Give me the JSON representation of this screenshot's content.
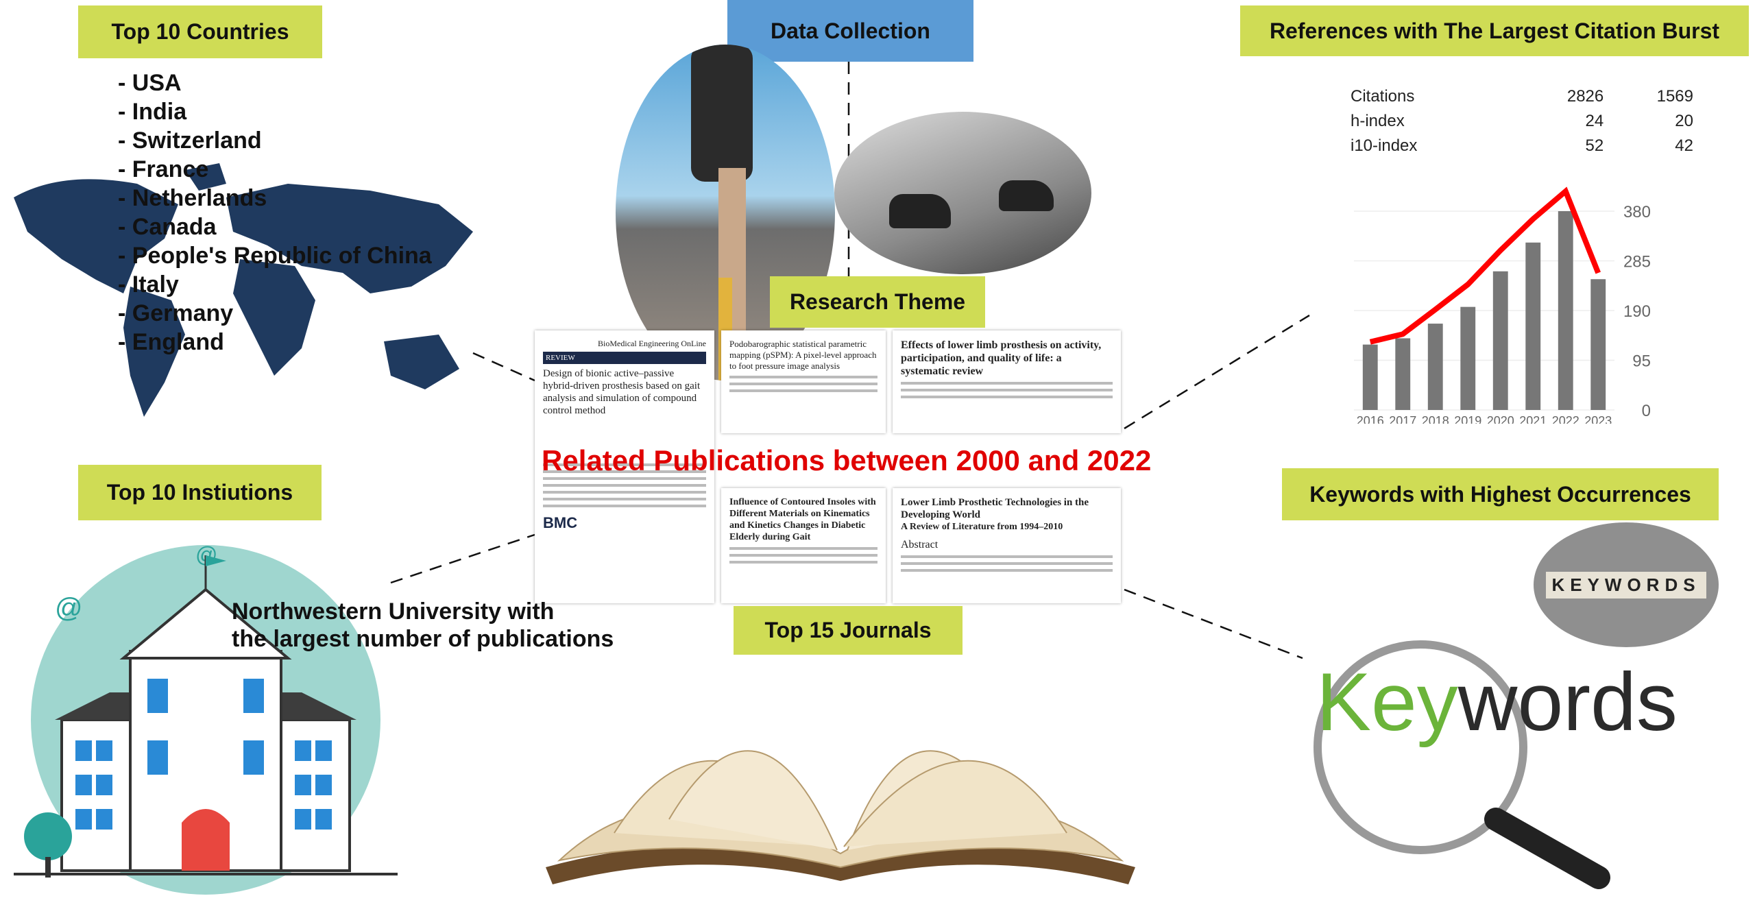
{
  "labels": {
    "countries": "Top 10 Countries",
    "data_collection": "Data Collection",
    "citation_burst": "References with The Largest Citation Burst",
    "research_theme": "Research Theme",
    "institutions": "Top 10 Instiutions",
    "journals": "Top 15 Journals",
    "keywords": "Keywords with Highest Occurrences"
  },
  "countries": [
    "- USA",
    "- India",
    "- Switzerland",
    "- France",
    "- Netherlands",
    "- Canada",
    "- People's Republic of China",
    "- Italy",
    "- Germany",
    "- England"
  ],
  "publications_title": "Related Publications between 2000 and 2022",
  "institution_note": [
    "Northwestern University with",
    "the largest number of publications"
  ],
  "papers": [
    {
      "title": "Design of bionic active–passive hybrid-driven prosthesis based on gait analysis and simulation of compound control method",
      "tag": "REVIEW",
      "journal": "BioMedical Engineering OnLine",
      "publisher": "BMC"
    },
    {
      "title": "Effects of lower limb prosthesis on activity, participation, and quality of life: a systematic review"
    },
    {
      "title": "Influence of Contoured Insoles with Different Materials on Kinematics and Kinetics Changes in Diabetic Elderly during Gait"
    },
    {
      "title": "Lower Limb Prosthetic Technologies in the Developing World",
      "subtitle": "A Review of Literature from 1994–2010",
      "section": "Abstract"
    },
    {
      "title": "Podobarographic statistical parametric mapping (pSPM): A pixel-level approach to foot pressure image analysis"
    }
  ],
  "keywords_logo": {
    "part1": "Key",
    "part2": "words",
    "tiles": "KEYWORDS"
  },
  "chart_data": {
    "type": "bar",
    "title": "References with The Largest Citation Burst",
    "stats": [
      {
        "name": "Citations",
        "all": "2826",
        "since": "1569"
      },
      {
        "name": "h-index",
        "all": "24",
        "since": "20"
      },
      {
        "name": "i10-index",
        "all": "52",
        "since": "42"
      }
    ],
    "categories": [
      "2016",
      "2017",
      "2018",
      "2019",
      "2020",
      "2021",
      "2022",
      "2023"
    ],
    "values": [
      125,
      137,
      165,
      197,
      265,
      320,
      380,
      250
    ],
    "trend_line": [
      130,
      145,
      192,
      240,
      305,
      365,
      418,
      262
    ],
    "yticks": [
      0,
      95,
      190,
      285,
      380
    ],
    "ylim": [
      0,
      440
    ],
    "bar_color": "#777777",
    "line_color": "#ff0000"
  },
  "colors": {
    "label": "#cfdc55",
    "data_collection": "#5b9bd5",
    "map": "#1f3a5f",
    "red": "#e00000",
    "key_green": "#6bb43a"
  }
}
